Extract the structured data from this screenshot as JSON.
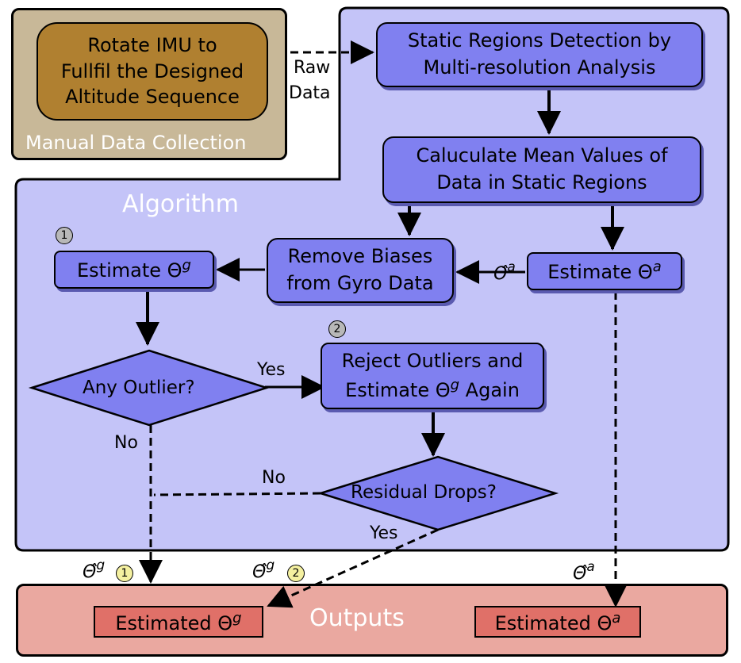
{
  "manual": {
    "box_text": [
      "Rotate IMU to",
      "Fullfil the Designed",
      "Altitude Sequence"
    ],
    "panel_label": "Manual Data Collection"
  },
  "raw_data_label": [
    "Raw",
    "Data"
  ],
  "algorithm": {
    "panel_label": "Algorithm",
    "static_regions": [
      "Static Regions Detection by",
      "Multi-resolution Analysis"
    ],
    "mean_values": [
      "Caluculate Mean Values of",
      "Data in Static Regions"
    ],
    "remove_biases": [
      "Remove Biases",
      "from Gyro Data"
    ],
    "estimate_theta_g": "Estimate Θ",
    "estimate_theta_a": "Estimate Θ",
    "any_outlier": "Any Outlier?",
    "reject_outliers": [
      "Reject Outliers and",
      "Estimate Θ",
      " Again"
    ],
    "residual_drops": "Residual Drops?",
    "yes": "Yes",
    "no": "No",
    "theta_hat": "Θ̂",
    "sup_g": "g",
    "sup_a": "a",
    "step1": "1",
    "step2": "2"
  },
  "outputs": {
    "panel_label": "Outputs",
    "estimated_g": "Estimated Θ",
    "estimated_a": "Estimated Θ"
  },
  "colors": {
    "algorithm_bg": "#c4c4f8",
    "box_fill": "#8080f0",
    "manual_bg": "#c8b898",
    "manual_box": "#b08030",
    "outputs_bg": "#eaa8a0",
    "output_box": "#e07068"
  }
}
